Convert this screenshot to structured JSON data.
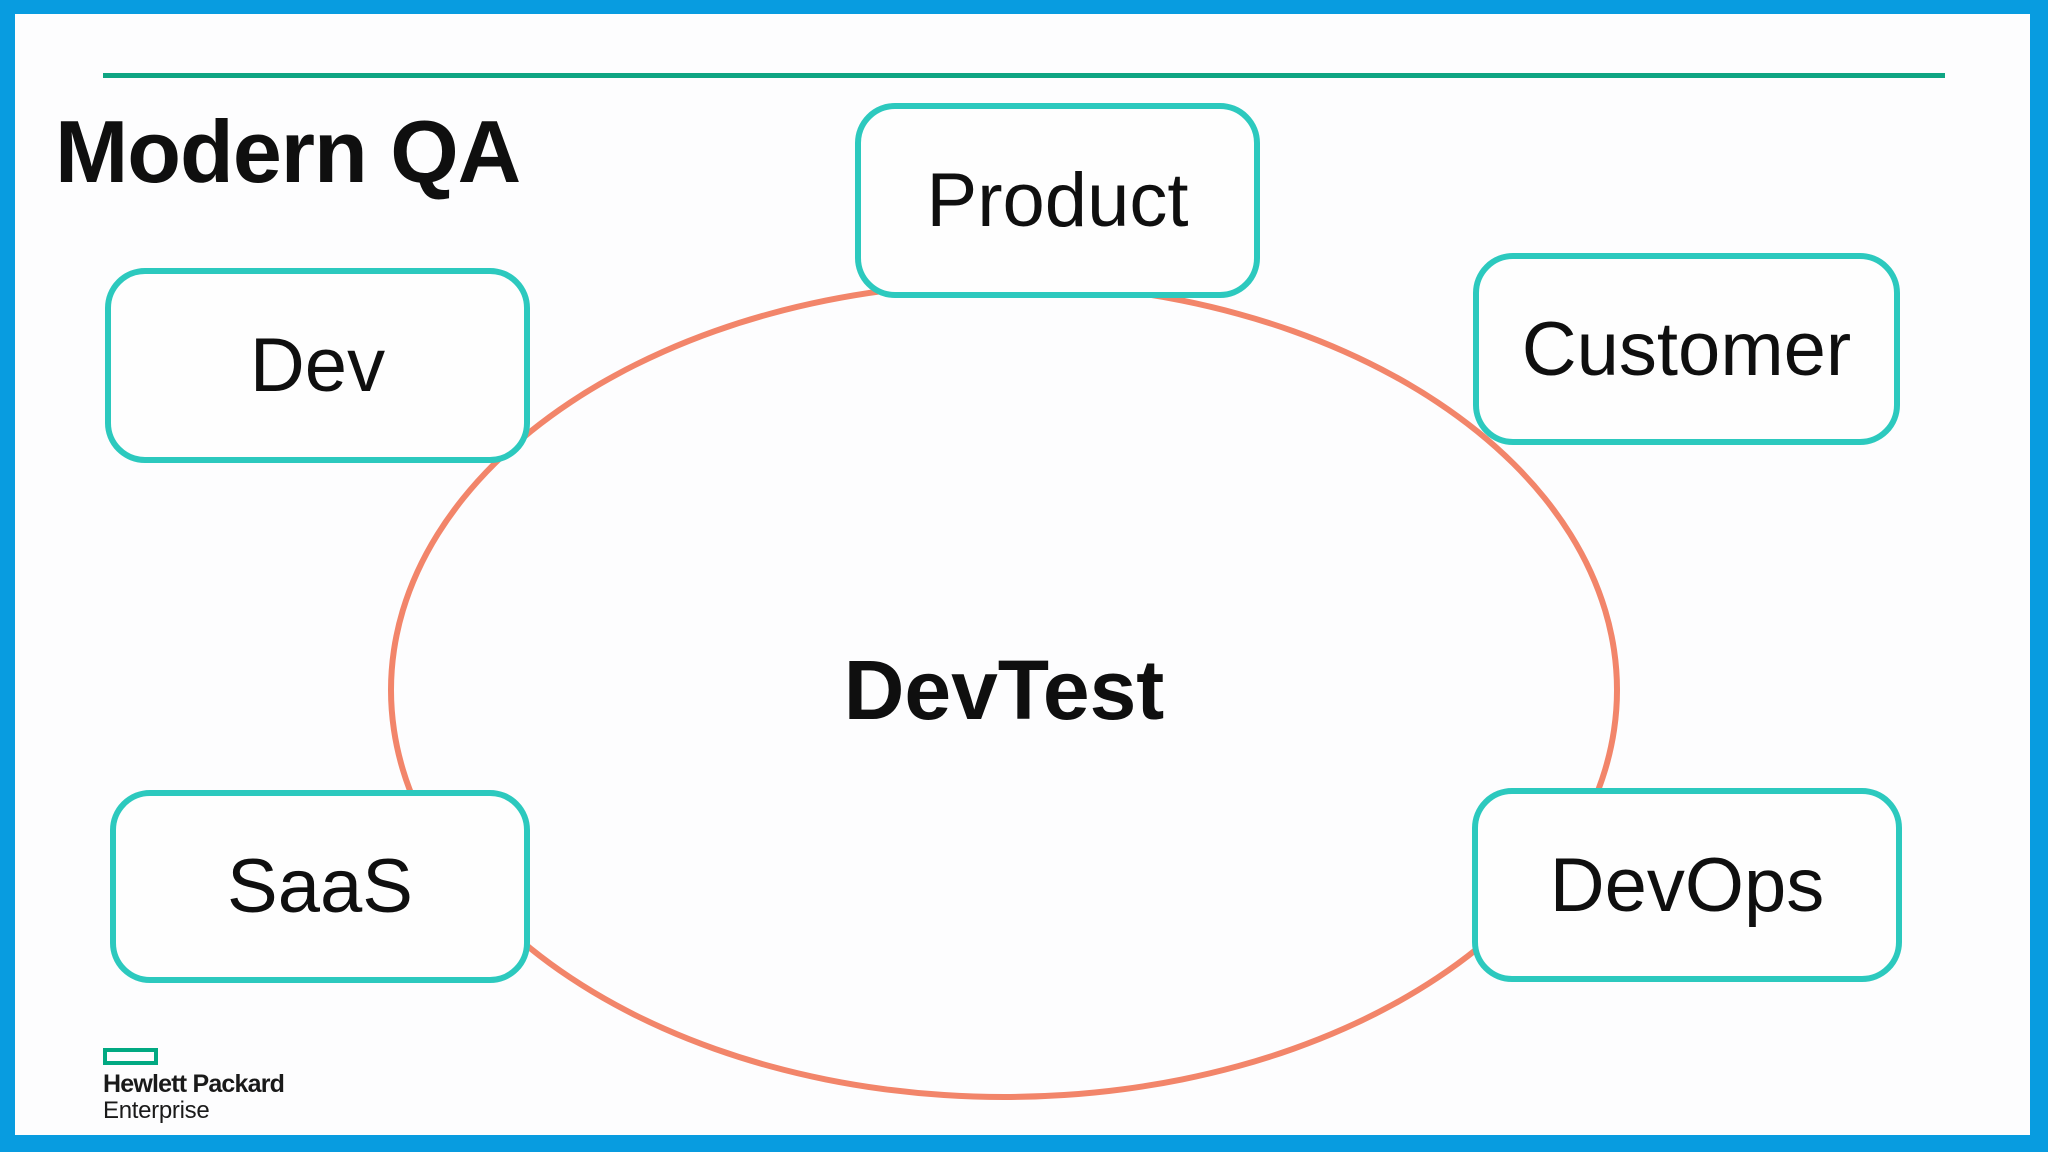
{
  "slide": {
    "title": "Modern QA",
    "center_label": "DevTest",
    "nodes": [
      {
        "id": "product",
        "label": "Product"
      },
      {
        "id": "dev",
        "label": "Dev"
      },
      {
        "id": "customer",
        "label": "Customer"
      },
      {
        "id": "saas",
        "label": "SaaS"
      },
      {
        "id": "devops",
        "label": "DevOps"
      }
    ],
    "logo": {
      "line1": "Hewlett Packard",
      "line2": "Enterprise"
    },
    "colors": {
      "frame_blue": "#089CE0",
      "rule_green": "#0FA583",
      "node_border_teal": "#2CC9BE",
      "ellipse_orange": "#F2856A",
      "logo_green": "#01A982",
      "text_black": "#0f0f0f"
    }
  }
}
